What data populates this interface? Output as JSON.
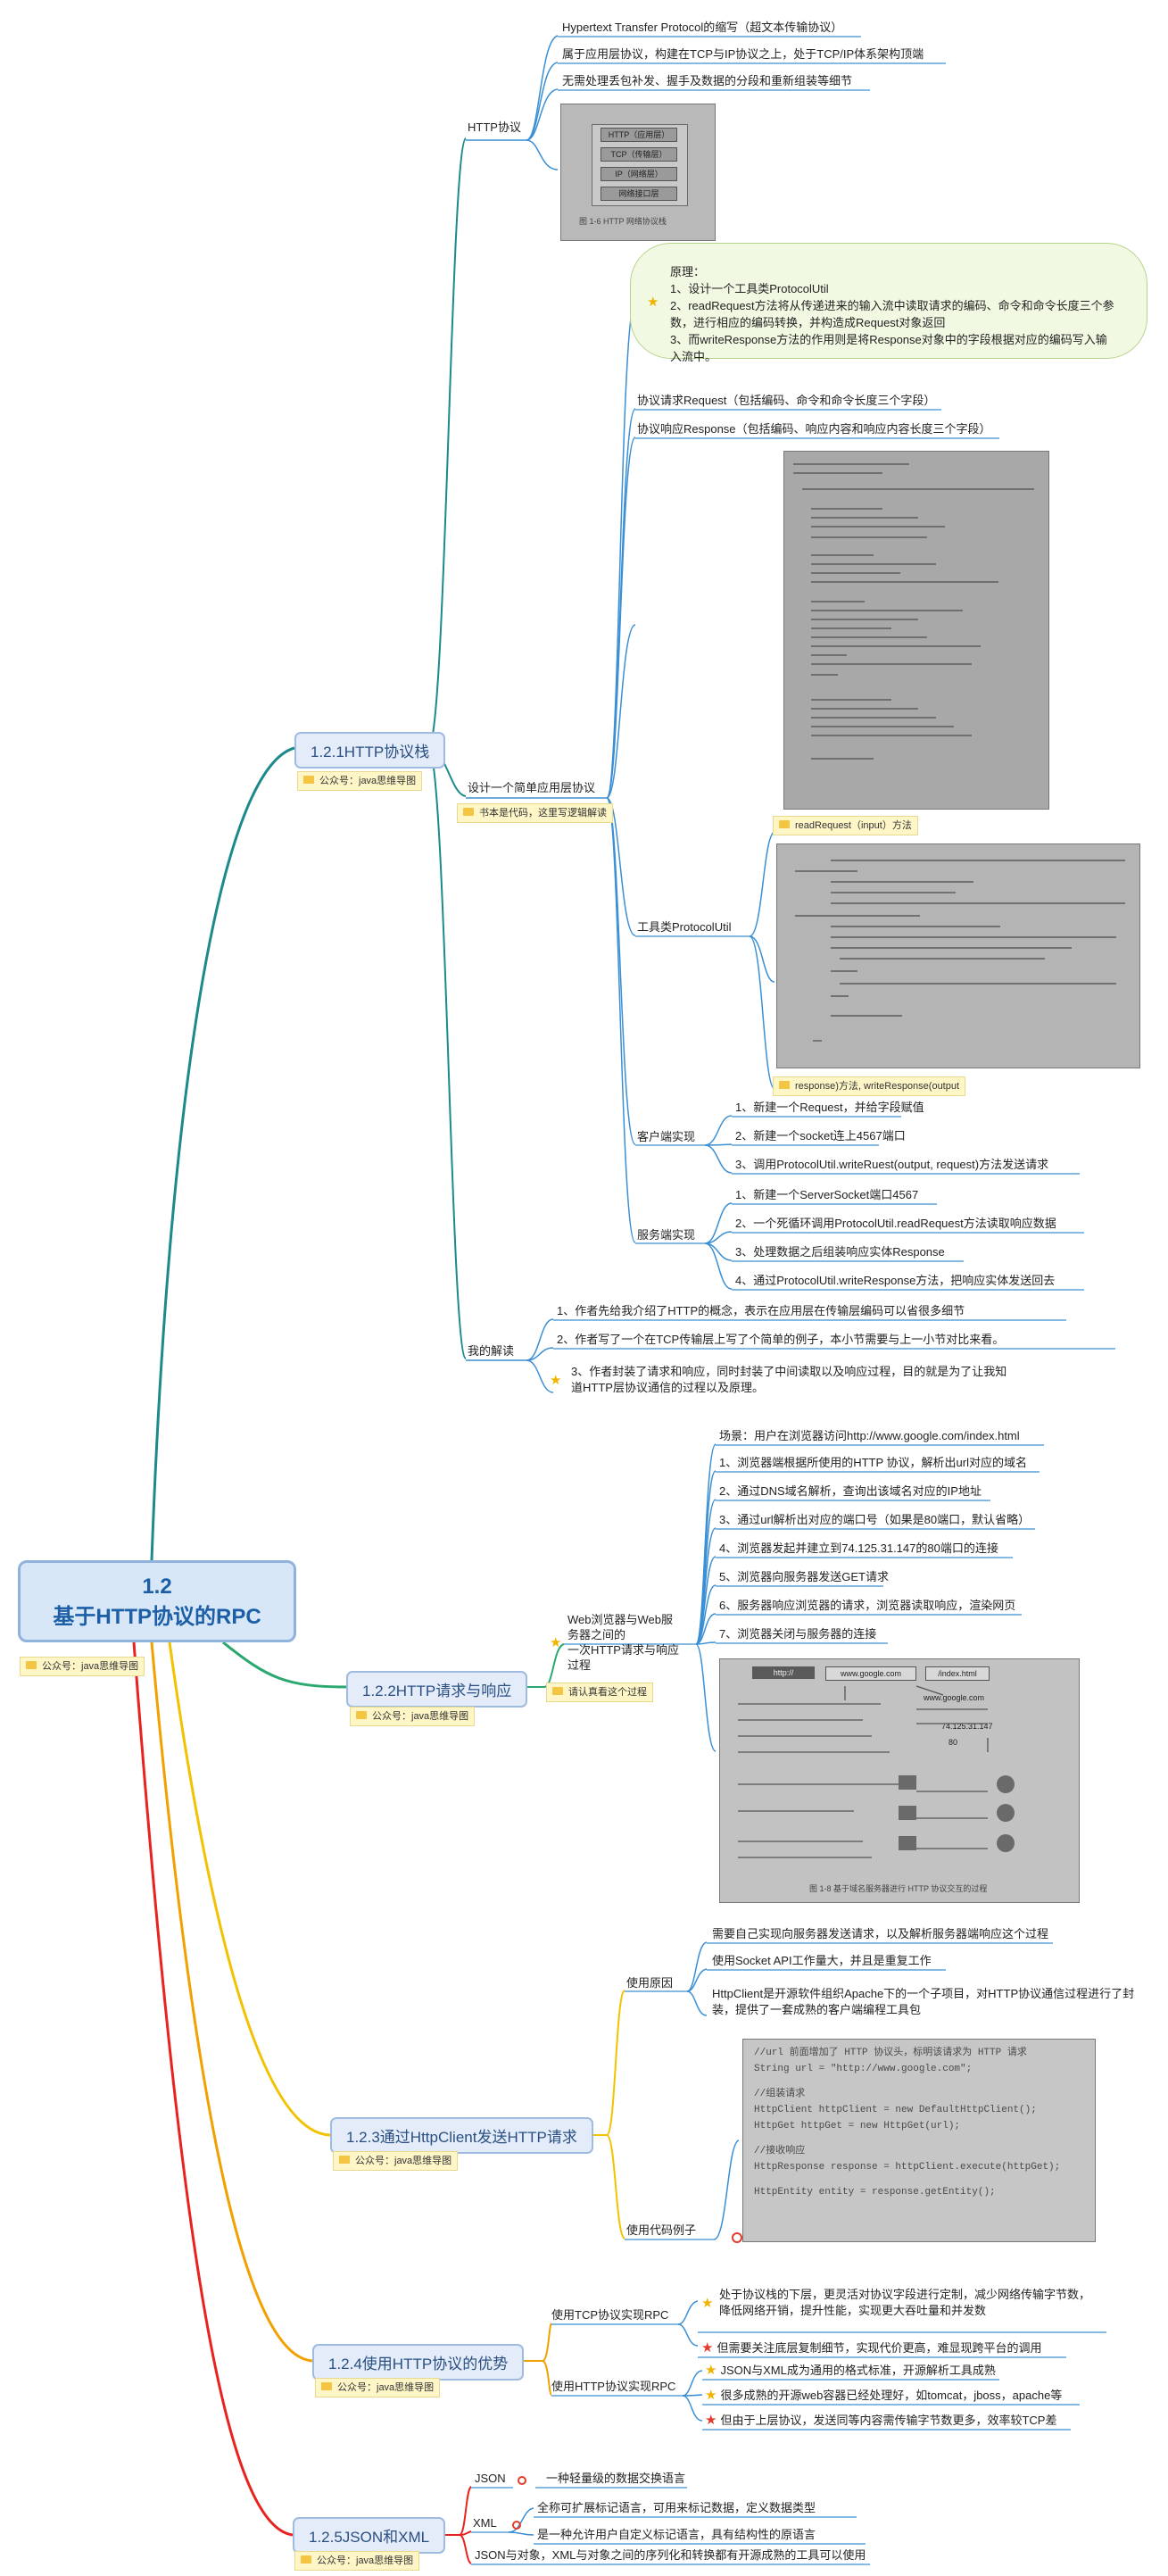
{
  "root": {
    "line1": "1.2",
    "line2": "基于HTTP协议的RPC",
    "note": "公众号：java思维导图"
  },
  "common_note": "公众号：java思维导图",
  "s1": {
    "title": "1.2.1HTTP协议栈",
    "http": {
      "label": "HTTP协议",
      "items": [
        "Hypertext Transfer Protocol的缩写（超文本传输协议）",
        "属于应用层协议，构建在TCP与IP协议之上，处于TCP/IP体系架构顶端",
        "无需处理丢包补发、握手及数据的分段和重新组装等细节"
      ],
      "figure": {
        "layers": [
          "HTTP（应用层）",
          "TCP（传输层）",
          "IP（网络层）",
          "网络接口层"
        ],
        "caption": "图 1-6   HTTP 网络协议栈"
      }
    },
    "design": {
      "label": "设计一个简单应用层协议",
      "note": "书本是代码，这里写逻辑解读",
      "principle": {
        "head": "原理：",
        "lines": [
          "1、设计一个工具类ProtocolUtil",
          "2、readRequest方法将从传递进来的输入流中读取请求的编码、命令和命令长度三个参",
          "数，进行相应的编码转换，并构造成Request对象返回",
          "3、而writeResponse方法的作用则是将Response对象中的字段根据对应的编码写入输",
          "入流中。"
        ]
      },
      "request": "协议请求Request（包括编码、命令和命令长度三个字段）",
      "response": "协议响应Response（包括编码、响应内容和响应内容长度三个字段）",
      "util": {
        "label": "工具类ProtocolUtil",
        "read_note": "readRequest（input）方法",
        "write_note": "response)方法, writeResponse(output"
      },
      "client": {
        "label": "客户端实现",
        "items": [
          "1、新建一个Request，并给字段赋值",
          "2、新建一个socket连上4567端口",
          "3、调用ProtocolUtil.writeRuest(output, request)方法发送请求"
        ]
      },
      "server": {
        "label": "服务端实现",
        "items": [
          "1、新建一个ServerSocket端口4567",
          "2、一个死循环调用ProtocolUtil.readRequest方法读取响应数据",
          "3、处理数据之后组装响应实体Response",
          "4、通过ProtocolUtil.writeResponse方法，把响应实体发送回去"
        ]
      }
    },
    "reading": {
      "label": "我的解读",
      "items": [
        "1、作者先给我介绍了HTTP的概念，表示在应用层在传输层编码可以省很多细节",
        "2、作者写了一个在TCP传输层上写了个简单的例子，本小节需要与上一小节对比来看。",
        "3、作者封装了请求和响应，同时封装了中间读取以及响应过程，目的就是为了让我知",
        "道HTTP层协议通信的过程以及原理。"
      ]
    }
  },
  "s2": {
    "title": "1.2.2HTTP请求与响应",
    "web": {
      "lines": [
        "Web浏览器与Web服",
        "务器之间的",
        "一次HTTP请求与响应",
        "过程"
      ],
      "note": "请认真看这个过程"
    },
    "scene": "场景：用户在浏览器访问http://www.google.com/index.html",
    "steps": [
      "1、浏览器端根据所使用的HTTP 协议，解析出url对应的域名",
      "2、通过DNS域名解析，查询出该域名对应的IP地址",
      "3、通过url解析出对应的端口号（如果是80端口，默认省略）",
      "4、浏览器发起并建立到74.125.31.147的80端口的连接",
      "5、浏览器向服务器发送GET请求",
      "6、服务器响应浏览器的请求，浏览器读取响应，渲染网页",
      "7、浏览器关闭与服务器的连接"
    ],
    "figure": {
      "url_left": "http://",
      "url_mid": "www.google.com",
      "url_right": "/index.html",
      "host": "www.google.com",
      "ip": "74.125.31.147",
      "port": "80",
      "caption": "图 1-8  基于域名服务器进行 HTTP 协议交互的过程"
    }
  },
  "s3": {
    "title": "1.2.3通过HttpClient发送HTTP请求",
    "reason": {
      "label": "使用原因",
      "items": [
        "需要自己实现向服务器发送请求，以及解析服务器端响应这个过程",
        "使用Socket API工作量大，并且是重复工作",
        "HttpClient是开源软件组织Apache下的一个子项目，对HTTP协议通信过程进行了封",
        "装，提供了一套成熟的客户端编程工具包"
      ]
    },
    "example": {
      "label": "使用代码例子",
      "code": [
        "//url 前面增加了 HTTP 协议头，标明该请求为 HTTP 请求",
        "String url = \"http://www.google.com\";",
        "",
        "//组装请求",
        "HttpClient httpClient = new DefaultHttpClient();",
        "HttpGet httpGet = new HttpGet(url);",
        "",
        "//接收响应",
        "HttpResponse response = httpClient.execute(httpGet);",
        "",
        "HttpEntity entity = response.getEntity();"
      ]
    }
  },
  "s4": {
    "title": "1.2.4使用HTTP协议的优势",
    "tcp": {
      "label": "使用TCP协议实现RPC",
      "items": [
        "处于协议栈的下层，更灵活对协议字段进行定制，减少网络传输字节数，",
        "降低网络开销，提升性能，实现更大吞吐量和并发数",
        "但需要关注底层复制细节，实现代价更高，难显现跨平台的调用"
      ]
    },
    "http": {
      "label": "使用HTTP协议实现RPC",
      "items": [
        "JSON与XML成为通用的格式标准，开源解析工具成熟",
        "很多成熟的开源web容器已经处理好，如tomcat，jboss，apache等",
        "但由于上层协议，发送同等内容需传输字节数更多，效率较TCP差"
      ]
    }
  },
  "s5": {
    "title": "1.2.5JSON和XML",
    "json_label": "JSON",
    "json_desc": "一种轻量级的数据交换语言",
    "xml_label": "XML",
    "xml_items": [
      "全称可扩展标记语言，可用来标记数据，定义数据类型",
      "是一种允许用户自定义标记语言，具有结构性的原语言"
    ],
    "both": "JSON与对象，XML与对象之间的序列化和转换都有开源成熟的工具可以使用"
  },
  "colors": {
    "s1": "#1c8a8a",
    "s2": "#2aa870",
    "s3": "#f2c200",
    "s4": "#f2a000",
    "s5": "#e8231f",
    "sub_line": "#3b8fd4"
  }
}
